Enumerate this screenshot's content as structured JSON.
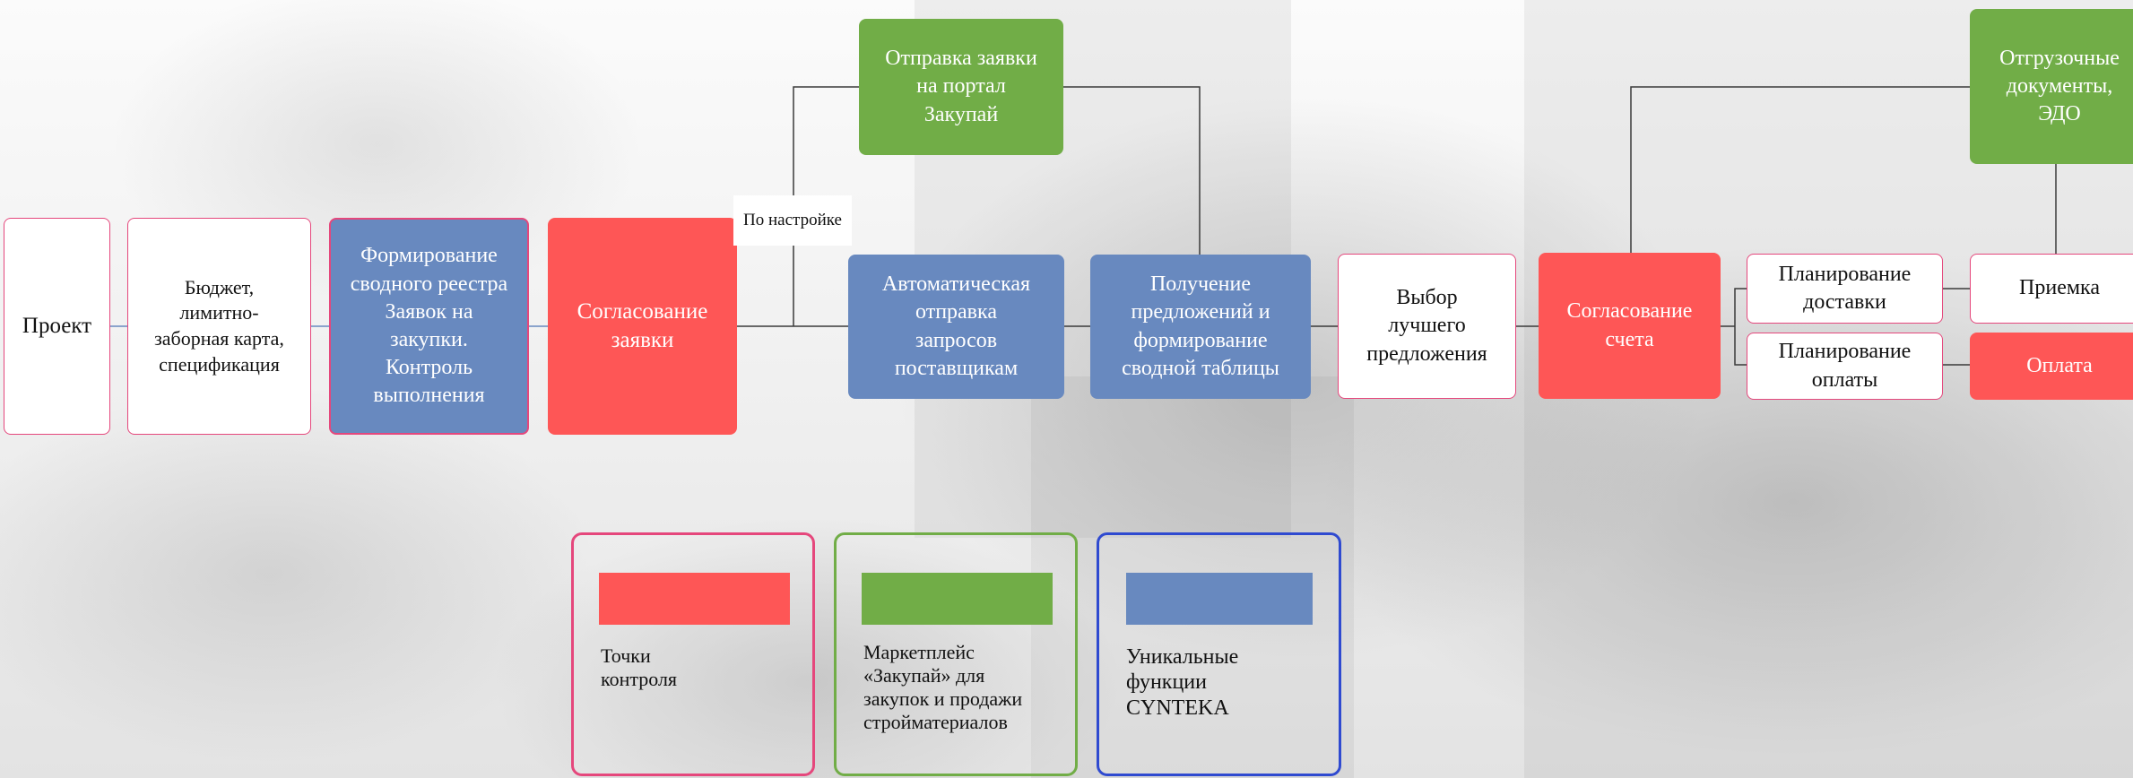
{
  "colors": {
    "control_point": "#fe5656",
    "marketplace": "#71ad47",
    "unique": "#6889bf",
    "connector": "#3a3a3a",
    "outline_pink": "#e5477c",
    "outline_green": "#71ad47",
    "outline_blue": "#2f4ad0"
  },
  "flow": {
    "project": "Проект",
    "budget": [
      "Бюджет,",
      "лимитно-",
      "заборная карта,",
      "спецификация"
    ],
    "registry": [
      "Формирование",
      "сводного реестра",
      "Заявок на",
      "закупки.",
      "Контроль",
      "выполнения"
    ],
    "approve_request": [
      "Согласование",
      "заявки"
    ],
    "portal": [
      "Отправка заявки",
      "на портал",
      "Закупай"
    ],
    "setting_tag": "По настройке",
    "auto_send": [
      "Автоматическая",
      "отправка",
      "запросов",
      "поставщикам"
    ],
    "receive": [
      "Получение",
      "предложений и",
      "формирование",
      "сводной таблицы"
    ],
    "best": [
      "Выбор",
      "лучшего",
      "предложения"
    ],
    "approve_invoice": [
      "Согласование",
      "счета"
    ],
    "plan_delivery": [
      "Планирование",
      "доставки"
    ],
    "plan_payment": [
      "Планирование",
      "оплаты"
    ],
    "shipping_docs": [
      "Отгрузочные",
      "документы,",
      "ЭДО"
    ],
    "acceptance": "Приемка",
    "payment": "Оплата"
  },
  "legend": [
    {
      "name": "control",
      "lines": [
        "Точки",
        "контроля"
      ]
    },
    {
      "name": "marketplace",
      "lines": [
        "Маркетплейс",
        "«Закупай» для",
        "закупок и продажи",
        "стройматериалов"
      ]
    },
    {
      "name": "unique",
      "lines": [
        "Уникальные",
        "функции",
        "CYNTEKA"
      ]
    }
  ]
}
